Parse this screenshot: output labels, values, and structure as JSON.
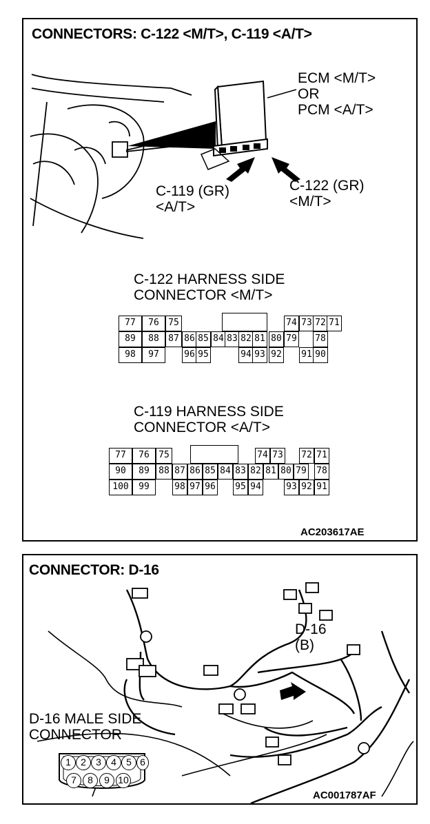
{
  "panel1": {
    "title": "CONNECTORS: C-122 <M/T>, C-119 <A/T>",
    "ecm_lines": [
      "ECM <M/T>",
      "OR",
      "PCM <A/T>"
    ],
    "c119_callout": [
      "C-119 (GR)",
      "<A/T>"
    ],
    "c122_callout": [
      "C-122 (GR)",
      "<M/T>"
    ],
    "c122_heading": [
      "C-122 HARNESS SIDE",
      "CONNECTOR <M/T>"
    ],
    "c119_heading": [
      "C-119 HARNESS SIDE",
      "CONNECTOR <A/T>"
    ],
    "code": "AC203617AE"
  },
  "c122_pins": {
    "row1": [
      "77",
      "76",
      "75",
      "74",
      "73",
      "72",
      "71"
    ],
    "row2": [
      "89",
      "88",
      "87",
      "86",
      "85",
      "84",
      "83",
      "82",
      "81",
      "80",
      "79",
      "78"
    ],
    "row3": [
      "98",
      "97",
      "96",
      "95",
      "94",
      "93",
      "92",
      "91",
      "90"
    ]
  },
  "c119_pins": {
    "row1": [
      "77",
      "76",
      "75",
      "74",
      "73",
      "72",
      "71"
    ],
    "row2": [
      "90",
      "89",
      "88",
      "87",
      "86",
      "85",
      "84",
      "83",
      "82",
      "81",
      "80",
      "79",
      "78"
    ],
    "row3": [
      "100",
      "99",
      "98",
      "97",
      "96",
      "95",
      "94",
      "93",
      "92",
      "91"
    ]
  },
  "panel2": {
    "title": "CONNECTOR: D-16",
    "d16_callout": [
      "D-16",
      "(B)"
    ],
    "male_heading": [
      "D-16 MALE SIDE",
      "CONNECTOR"
    ],
    "code": "AC001787AF"
  },
  "d16_pins": [
    "1",
    "2",
    "3",
    "4",
    "5",
    "6",
    "7",
    "8",
    "9",
    "10"
  ]
}
